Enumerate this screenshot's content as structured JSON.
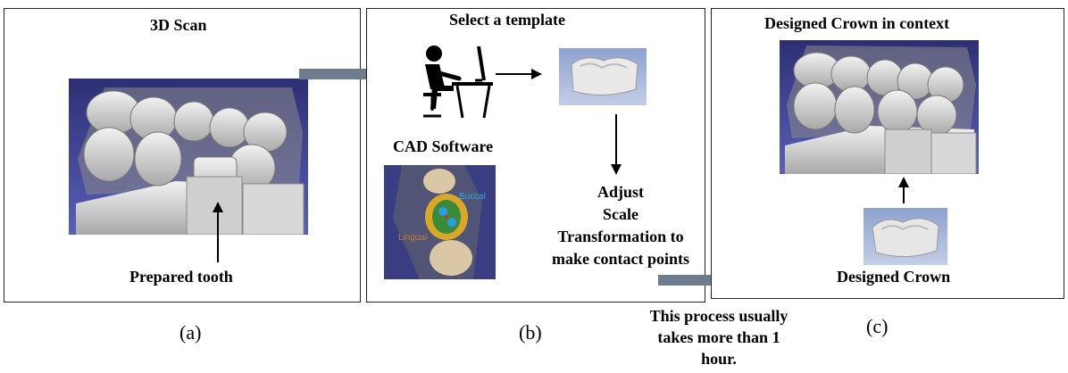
{
  "panel_a": {
    "title": "3D Scan",
    "label": "Prepared tooth",
    "caption": "(a)"
  },
  "panel_b": {
    "title": "Select a template",
    "software_label": "CAD Software",
    "buccal_label": "Buccal",
    "lingual_label": "Lingual",
    "step_lines": [
      "Adjust",
      "Scale",
      "Transformation to",
      "make contact points"
    ],
    "caption": "(b)"
  },
  "panel_c": {
    "title": "Designed Crown in context",
    "label": "Designed Crown",
    "caption": "(c)"
  },
  "note_lines": [
    "This process usually",
    "takes more than 1",
    "hour."
  ],
  "colors": {
    "scan_background": "#3b3f8f",
    "flow_arrow": "#6f7c8e",
    "cad_background": "#3b3d82",
    "cad_buccal": "#2aa7e6",
    "cad_lingual": "#c97a3a"
  }
}
